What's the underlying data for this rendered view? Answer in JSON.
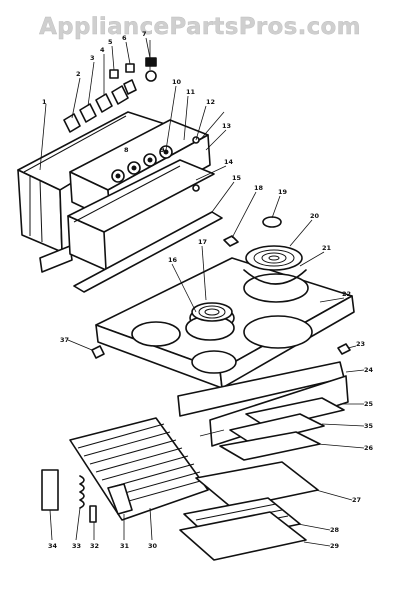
{
  "watermark": "AppliancePartsPros.com",
  "callouts": {
    "c1": "1",
    "c2": "2",
    "c3": "3",
    "c4": "4",
    "c5": "5",
    "c6": "6",
    "c7": "7",
    "c8": "8",
    "c9": "9",
    "c10": "10",
    "c11": "11",
    "c12": "12",
    "c13": "13",
    "c14": "14",
    "c15": "15",
    "c16": "16",
    "c17": "17",
    "c18": "18",
    "c19": "19",
    "c20": "20",
    "c21": "21",
    "c22": "22",
    "c23": "23",
    "c24": "24",
    "c25": "25",
    "c26": "26",
    "c27": "27",
    "c28": "28",
    "c29": "29",
    "c30": "30",
    "c31": "31",
    "c32": "32",
    "c33": "33",
    "c34": "34",
    "c35": "35",
    "c37": "37"
  }
}
